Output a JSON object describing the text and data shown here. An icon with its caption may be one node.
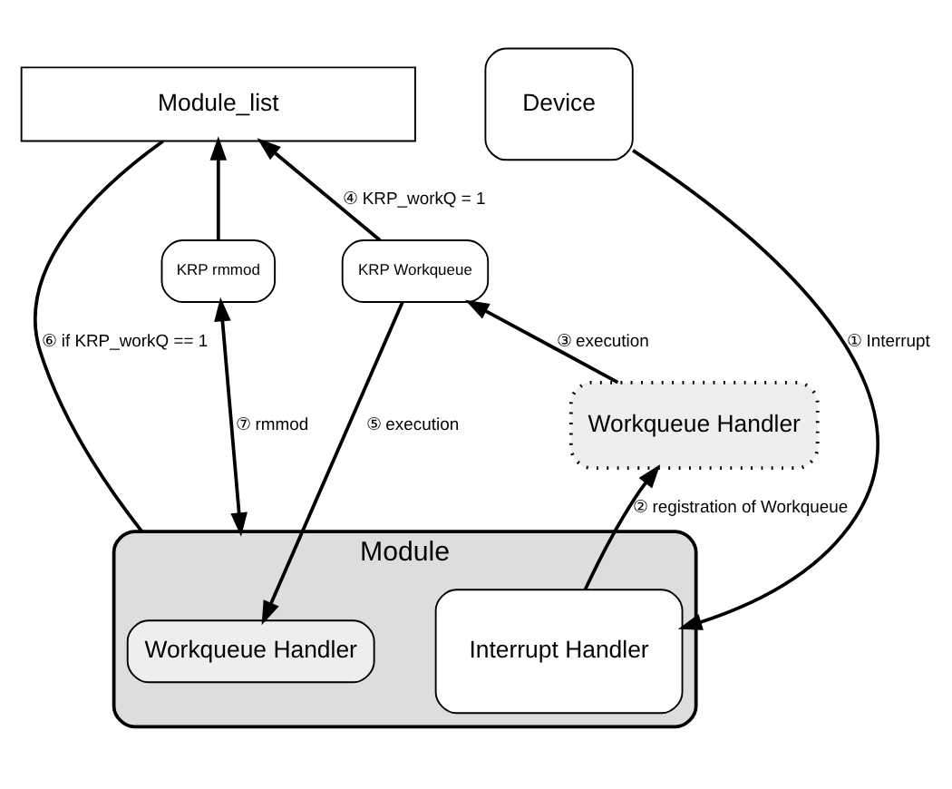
{
  "diagram": {
    "nodes": [
      {
        "text": [
          "Module_list"
        ]
      },
      {
        "text": [
          "Module"
        ]
      },
      {
        "text": [
          "Workqueue Handler"
        ],
        "in": 1
      },
      {
        "text": [
          "Interrupt Handler"
        ],
        "in": 1
      },
      {
        "text": [
          "KRP rmmod"
        ]
      },
      {
        "text": [
          "KRP Workqueue"
        ]
      },
      {
        "text": [
          "Workqueue Handler"
        ]
      },
      {
        "text": [
          "Device"
        ]
      }
    ],
    "edges": [
      {
        "from": 7,
        "to": 3,
        "arrow": "to",
        "label": "① Interrupt"
      },
      {
        "from": 3,
        "to": 6,
        "arrow": "to",
        "label": "② registration of Workqueue"
      },
      {
        "from": 6,
        "to": 5,
        "arrow": "to",
        "label": "③ execution"
      },
      {
        "from": 5,
        "to": 0,
        "arrow": "to",
        "label": "④ KRP_workQ = 1"
      },
      {
        "from": 5,
        "to": 2,
        "arrow": "to",
        "label": "⑤ execution"
      },
      {
        "from": 1,
        "to": 0,
        "arrow": "none",
        "label": "⑥ if KRP_workQ == 1"
      },
      {
        "from": 1,
        "to": 4,
        "arrow": "both",
        "label": "⑦ rmmod"
      },
      {
        "from": 4,
        "to": 0,
        "arrow": "to"
      }
    ]
  }
}
